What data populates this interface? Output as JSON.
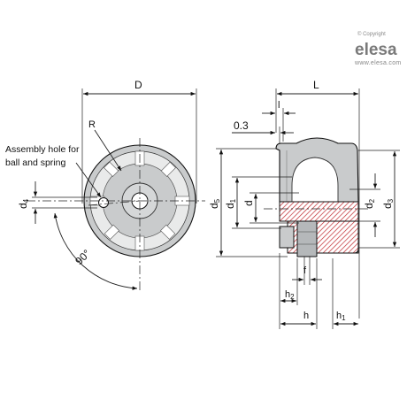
{
  "branding": {
    "copyright": "© Copyright",
    "name": "elesa",
    "url": "www.elesa.com"
  },
  "front_view": {
    "assembly_note_line1": "Assembly hole for",
    "assembly_note_line2": "ball and spring",
    "label_D": "D",
    "label_R": "R",
    "label_d4": "d",
    "label_d4_sub": "4",
    "label_angle": "90°"
  },
  "side_view": {
    "label_L": "L",
    "label_l": "l",
    "label_gap": "0.3",
    "label_d5": "d",
    "label_d5_sub": "5",
    "label_d1": "d",
    "label_d1_sub": "1",
    "label_d": "d",
    "label_d2": "d",
    "label_d2_sub": "2",
    "label_d3": "d",
    "label_d3_sub": "3",
    "label_f": "f",
    "label_h2": "h",
    "label_h2_sub": "2",
    "label_h": "h",
    "label_h1": "h",
    "label_h1_sub": "1"
  },
  "colors": {
    "body_fill": "#c9cbcc",
    "insert_fill": "#b5b8ba",
    "hatch": "#c0282d",
    "line": "#111111"
  }
}
